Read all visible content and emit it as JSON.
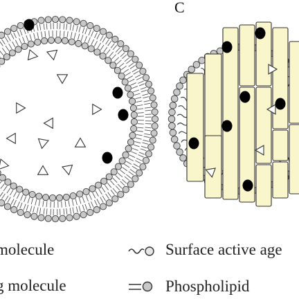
{
  "panel_label": "C",
  "legend": {
    "item_molecule_left": "molecule",
    "item_molecule_left2": "g molecule",
    "item_surfactant": "Surface active age",
    "item_phospholipid": "Phospholipid"
  },
  "colors": {
    "head_fill": "#c8c8c8",
    "head_stroke": "#3a3a3a",
    "cell_fill": "#faf6cc",
    "cell_stroke": "#2e2e2e",
    "drug": "#000000"
  }
}
